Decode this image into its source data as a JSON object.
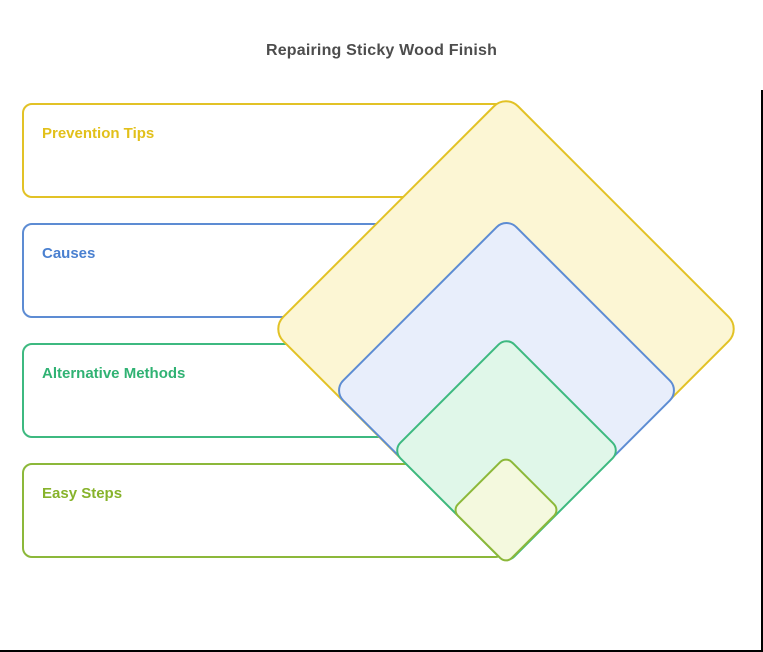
{
  "title": "Repairing Sticky Wood Finish",
  "title_color": "#4d4d4d",
  "frame_border_color": "#000000",
  "items": [
    {
      "label": "Prevention Tips",
      "text_color": "#e2c01a",
      "border_color": "#e2c226",
      "diamond_fill": "#fcf6d4"
    },
    {
      "label": "Causes",
      "text_color": "#4a80d0",
      "border_color": "#5d8cd3",
      "diamond_fill": "#e8eefb"
    },
    {
      "label": "Alternative Methods",
      "text_color": "#30b273",
      "border_color": "#3eb980",
      "diamond_fill": "#e0f7e9"
    },
    {
      "label": "Easy Steps",
      "text_color": "#87b32b",
      "border_color": "#8cb83a",
      "diamond_fill": "#f4f9de"
    }
  ]
}
